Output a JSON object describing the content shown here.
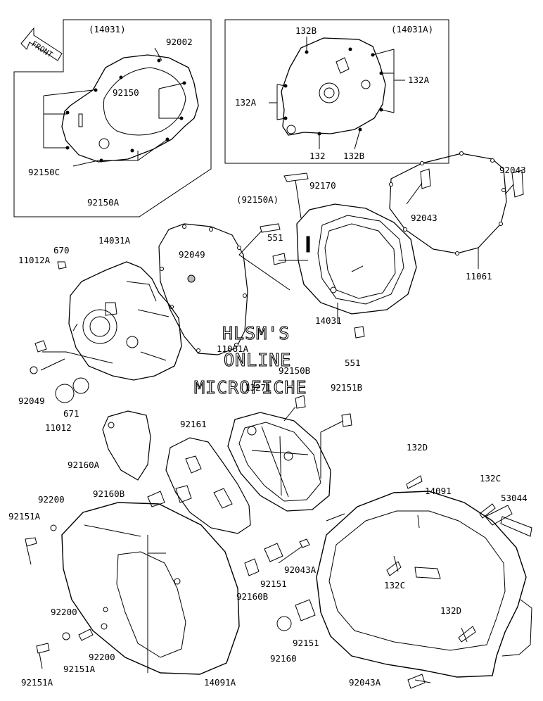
{
  "front_arrow": "FRONT",
  "insets": {
    "left_code": "(14031)",
    "right_code": "(14031A)"
  },
  "watermark": [
    "HLSM'S",
    "ONLINE",
    "MICROFICHE"
  ],
  "parts": {
    "p92002": "92002",
    "p92150_left": "92150",
    "p92150c": "92150C",
    "p92150a_inset": "92150A",
    "p132b_top": "132B",
    "p132a_right": "132A",
    "p132a_left": "132A",
    "p132": "132",
    "p132b_bottom": "132B",
    "p92043_right": "92043",
    "p92043_inner": "92043",
    "p11061": "11061",
    "p92170": "92170",
    "p92150a_paren": "(92150A)",
    "p551_top": "551",
    "p551_bottom": "551",
    "p14031a": "14031A",
    "p670": "670",
    "p11012a": "11012A",
    "p92049_gasket": "92049",
    "p14031": "14031",
    "p11061a": "11061A",
    "p92150b": "92150B",
    "p92049_left": "92049",
    "p671": "671",
    "p11012": "11012",
    "p13271": "13271",
    "p92151b": "92151B",
    "p92161": "92161",
    "p92160a": "92160A",
    "p132d_top": "132D",
    "p14091": "14091",
    "p132c_top": "132C",
    "p53044": "53044",
    "p92160b_top": "92160B",
    "p92200_top": "92200",
    "p92151a_top": "92151A",
    "p92043a_mid": "92043A",
    "p132c_mid": "132C",
    "p92151_mid": "92151",
    "p92160b_mid": "92160B",
    "p132d_bottom": "132D",
    "p92200_mid": "92200",
    "p92151_bottom": "92151",
    "p92200_bottom": "92200",
    "p92151a_mid": "92151A",
    "p92160": "92160",
    "p92151a_bottom": "92151A",
    "p14091a": "14091A",
    "p92043a_bottom": "92043A"
  }
}
